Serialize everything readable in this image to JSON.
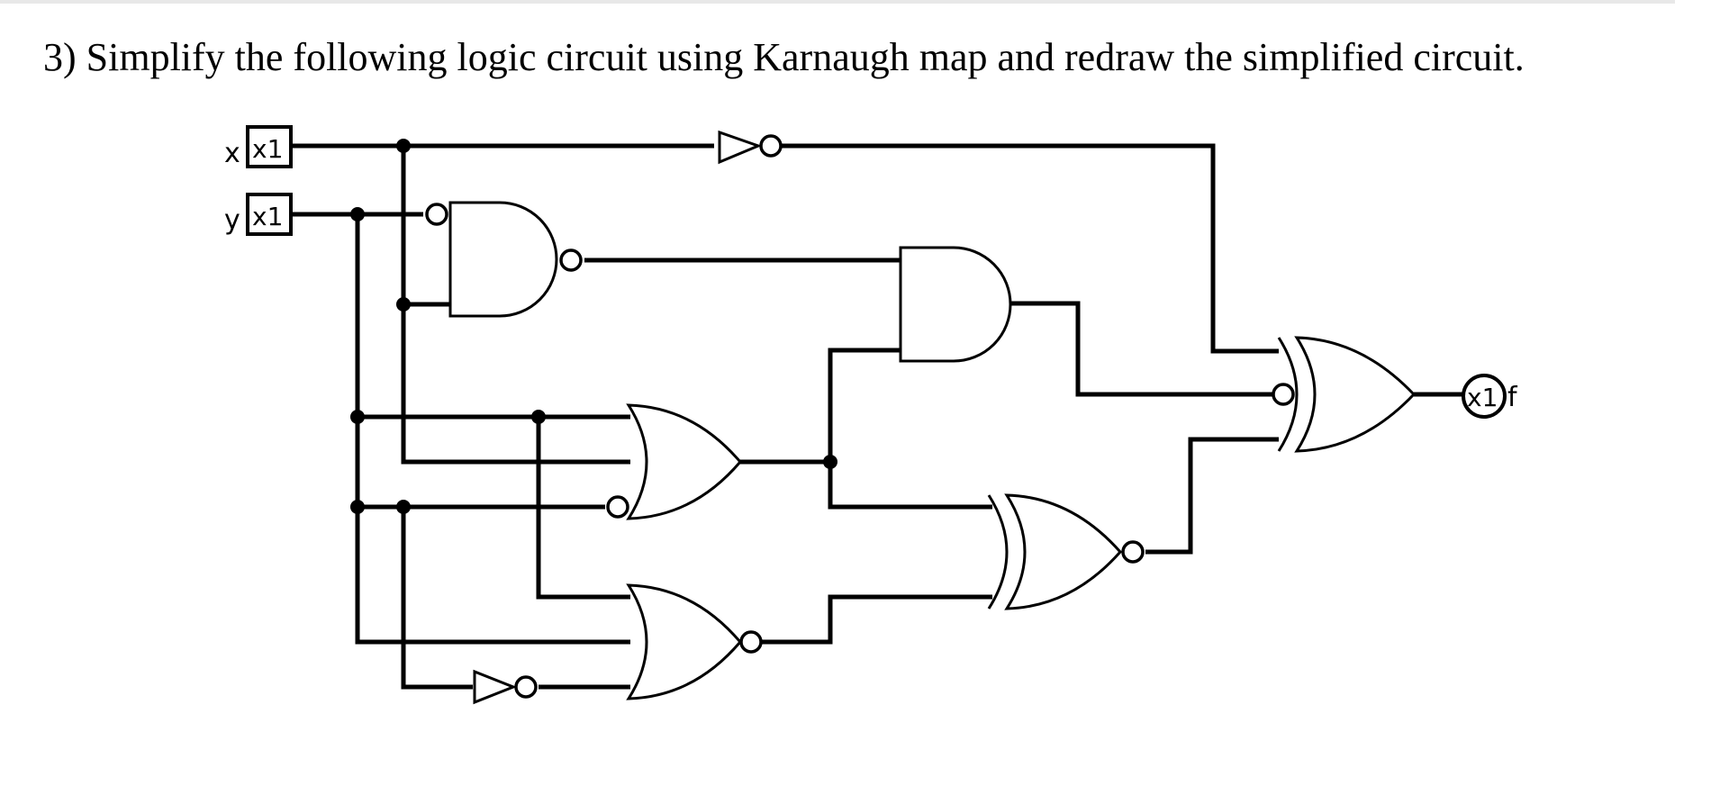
{
  "question": {
    "text": "3) Simplify the following logic circuit using Karnaugh map and redraw the simplified circuit."
  },
  "circuit": {
    "inputs": [
      {
        "name": "x",
        "pin_label": "x1"
      },
      {
        "name": "y",
        "pin_label": "x1"
      }
    ],
    "output": {
      "name": "f",
      "pin_label": "x1"
    },
    "gates": [
      {
        "id": "not-x",
        "type": "NOT"
      },
      {
        "id": "nand-1",
        "type": "NAND",
        "inverted_inputs": [
          "y"
        ]
      },
      {
        "id": "and-1",
        "type": "AND"
      },
      {
        "id": "or-1",
        "type": "OR",
        "inverted_inputs": [
          "y"
        ]
      },
      {
        "id": "not-x-2",
        "type": "NOT"
      },
      {
        "id": "nor-1",
        "type": "NOR"
      },
      {
        "id": "xnor-1",
        "type": "XNOR"
      },
      {
        "id": "xor-1",
        "type": "XOR",
        "inverted_inputs": [
          "and-1"
        ]
      }
    ]
  }
}
